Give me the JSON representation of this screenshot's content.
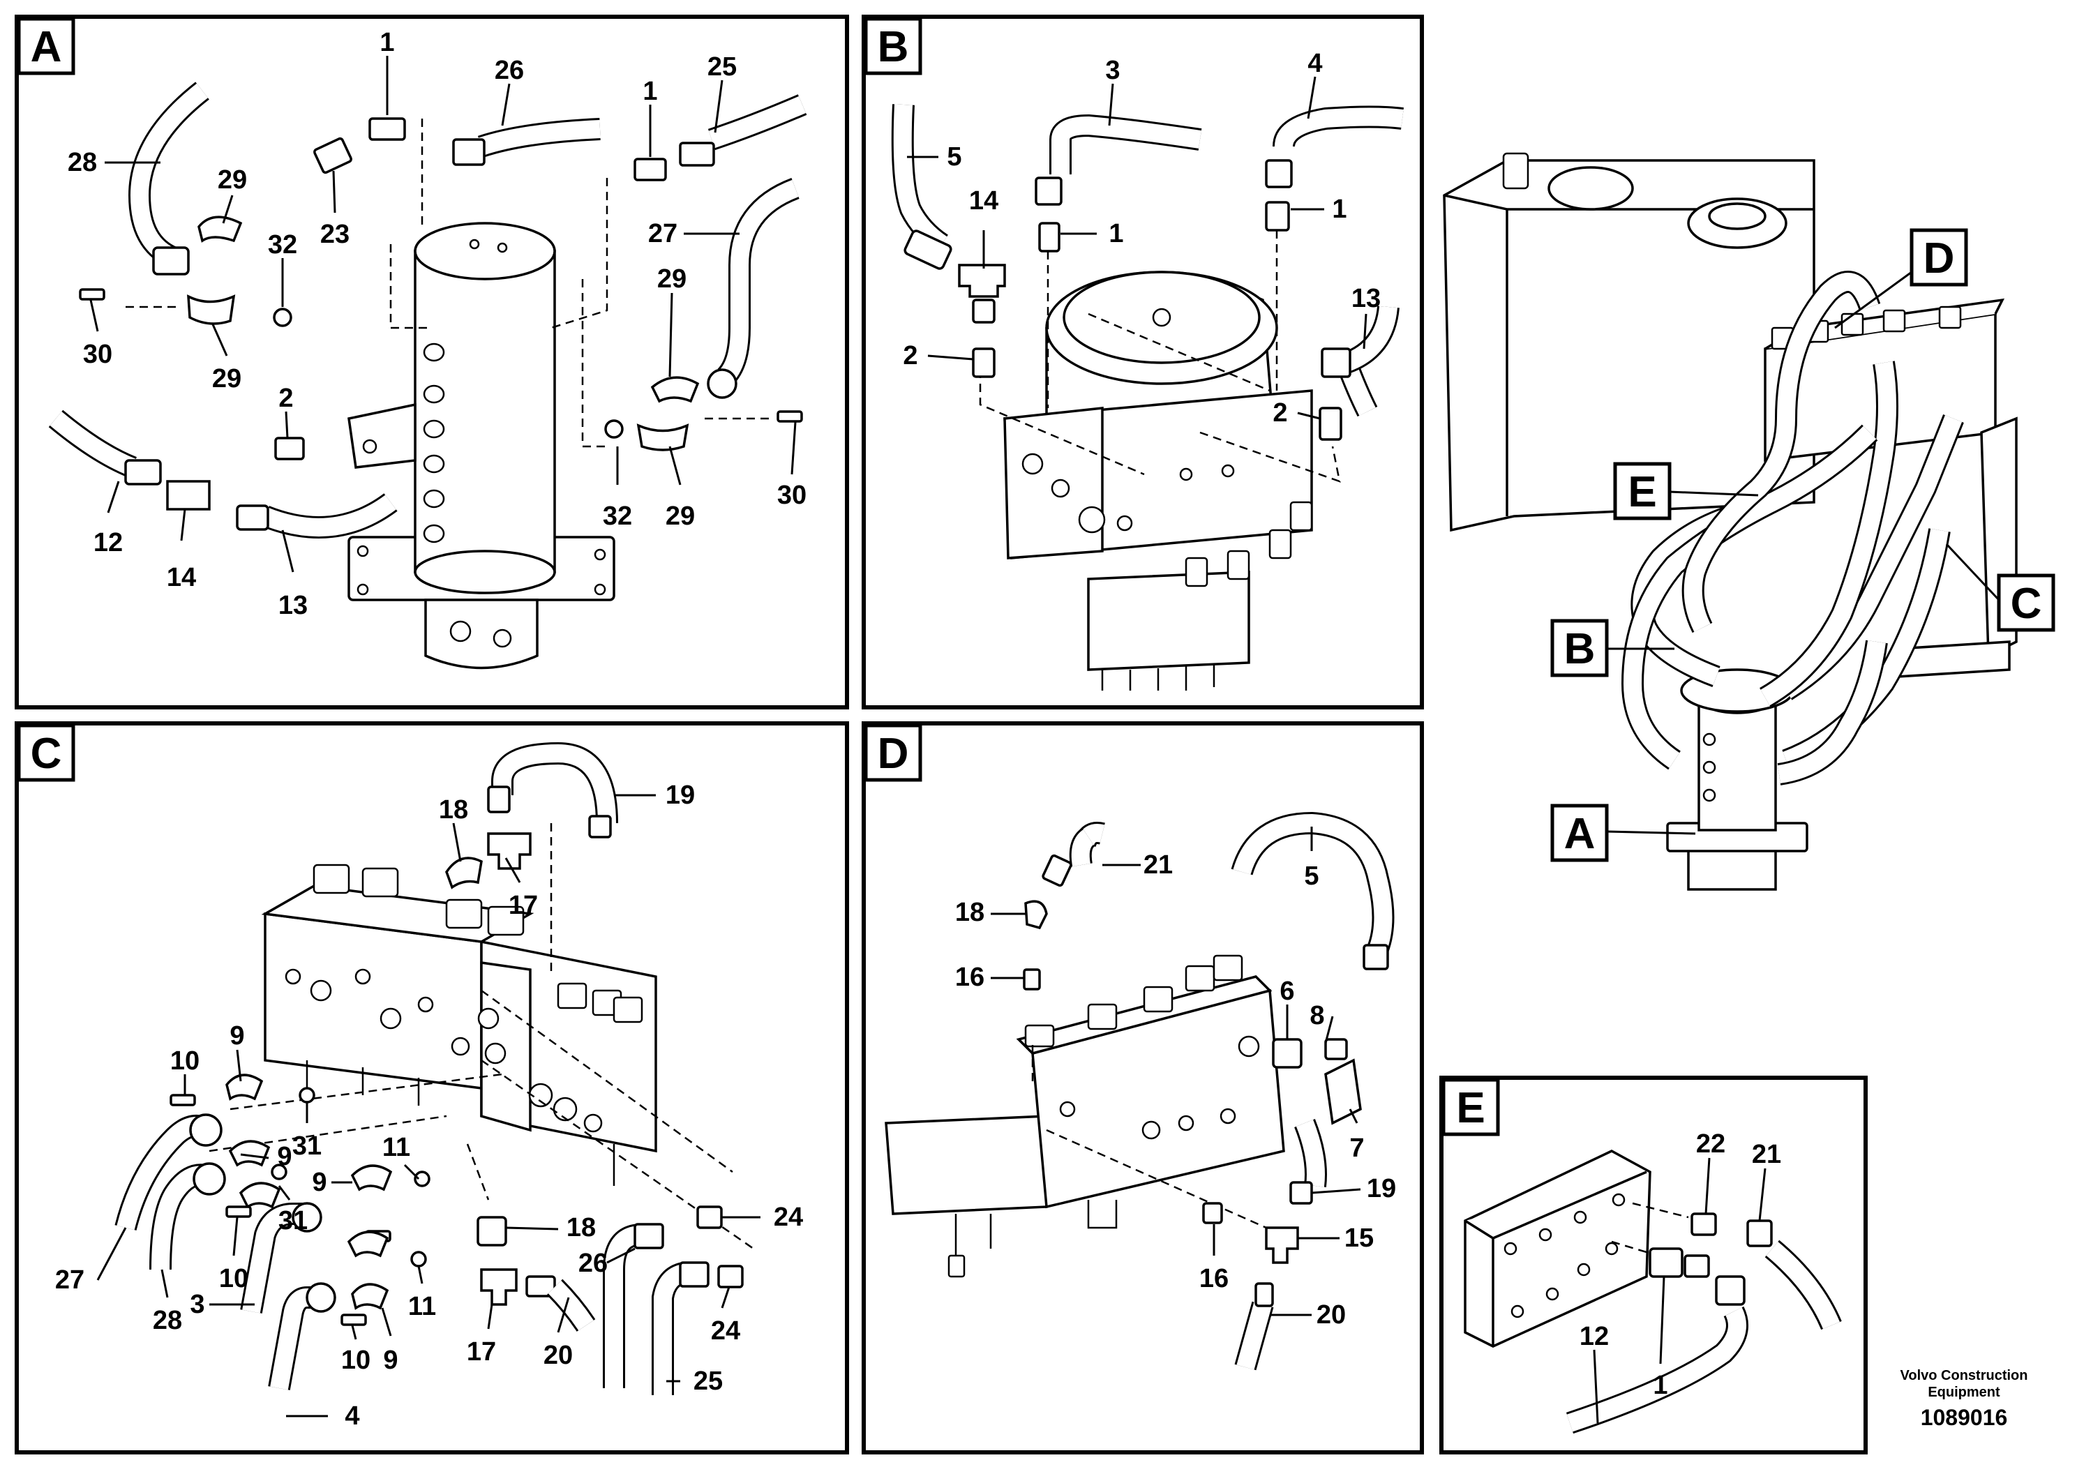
{
  "panels": [
    {
      "id": "A",
      "label": "A",
      "callouts": [
        "1",
        "26",
        "1",
        "25",
        "28",
        "29",
        "23",
        "32",
        "27",
        "29",
        "30",
        "29",
        "2",
        "12",
        "14",
        "13",
        "32",
        "29",
        "30"
      ]
    },
    {
      "id": "B",
      "label": "B",
      "callouts": [
        "3",
        "4",
        "5",
        "14",
        "1",
        "1",
        "13",
        "2",
        "2"
      ]
    },
    {
      "id": "C",
      "label": "C",
      "callouts": [
        "19",
        "18",
        "17",
        "10",
        "9",
        "31",
        "27",
        "9",
        "9",
        "11",
        "31",
        "28",
        "10",
        "3",
        "10",
        "9",
        "11",
        "18",
        "24",
        "26",
        "24",
        "17",
        "20",
        "25",
        "4"
      ]
    },
    {
      "id": "D",
      "label": "D",
      "callouts": [
        "21",
        "5",
        "18",
        "16",
        "6",
        "8",
        "7",
        "19",
        "16",
        "15",
        "20"
      ]
    },
    {
      "id": "E",
      "label": "E",
      "callouts": [
        "22",
        "21",
        "12",
        "1"
      ]
    }
  ],
  "overview": {
    "labels": [
      "D",
      "E",
      "C",
      "B",
      "A"
    ]
  },
  "credit": {
    "line1": "Volvo Construction",
    "line2": "Equipment",
    "number": "1089016"
  }
}
